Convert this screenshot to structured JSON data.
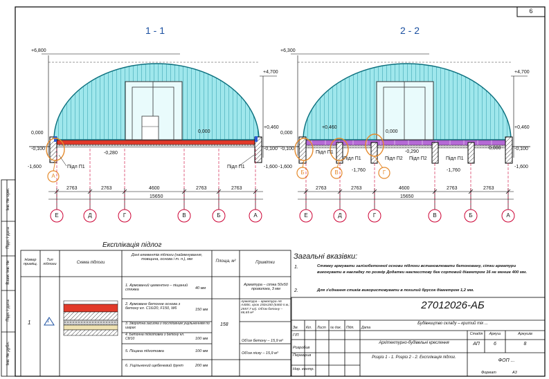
{
  "sheet_number": "6",
  "sections": [
    {
      "title": "1 - 1",
      "top_level": "+6,800",
      "right_level": "+4,700",
      "left_marks": [
        "0,000",
        "-0,100",
        "-1,600"
      ],
      "right_marks": [
        "+0,460",
        "-0,100",
        "-1,600"
      ],
      "inner_marks": [
        "0,000",
        "-0,280"
      ],
      "floor_labels": [
        "Підл П1",
        "Підл П1"
      ],
      "callouts": [
        "А"
      ],
      "dims": [
        "2763",
        "2763",
        "4600",
        "2763",
        "2763"
      ],
      "total_dim": "15650",
      "axes": [
        "Е",
        "Д",
        "Г",
        "В",
        "Б",
        "А"
      ]
    },
    {
      "title": "2 - 2",
      "top_level": "+6,300",
      "right_level": "+4,700",
      "left_marks": [
        "0,000",
        "+0,460",
        "-0,100",
        "-1,600"
      ],
      "right_marks": [
        "+0,460",
        "0,000",
        "-0,100",
        "-1,600"
      ],
      "inner_marks": [
        "0,000",
        "-0,290",
        "-1,760",
        "-1,760"
      ],
      "floor_labels": [
        "Підл П1",
        "Підл П1",
        "Підл П2",
        "Підл П2",
        "Підл П1"
      ],
      "callouts": [
        "Б",
        "В",
        "Г"
      ],
      "dims": [
        "2763",
        "2763",
        "4600",
        "2763",
        "2763"
      ],
      "total_dim": "15650",
      "axes": [
        "Е",
        "Д",
        "Г",
        "В",
        "Б",
        "А"
      ]
    }
  ],
  "floor_table": {
    "title": "Експлікація підлог",
    "headers": [
      "Номер приміщ.",
      "Тип підлоги",
      "Схема підлоги",
      "Дані елементів підлоги (найменування, товщина, основа і т. п.), мм",
      "Площа, м²",
      "Примітки"
    ],
    "room_number": "1",
    "floor_type": "1",
    "layers": [
      {
        "name": "1. Армований цементно – піщаний стяжка",
        "thickness": "40 мм"
      },
      {
        "name": "2. Армоване бетонне основа з бетону кл. С16/20, F150, W6",
        "thickness": "150 мм"
      },
      {
        "name": "3. Зворотна засипка з послідовним ущільненням по шарах",
        "thickness": ""
      },
      {
        "name": "4. Бетонна підготовка з бетону кл. С8/10",
        "thickness": "100 мм"
      },
      {
        "name": "5. Піщана підготовка",
        "thickness": "100 мм"
      },
      {
        "name": "6. Ущільнений щебеневий ґрунт",
        "thickness": "200 мм"
      }
    ],
    "area": "158",
    "notes": [
      "Арматура – сітка 50х50 проволока, 3 мм",
      "Арматура – арматура А6 А400с, крок 150х150 (6460 п.м.; 2557,7 кг). Об'єм бетону – 66,65 м³",
      "Об'єм бетону – 15,9 м³",
      "Об'єм піску – 15,9 м³"
    ]
  },
  "general_notes": {
    "title": "Загальні вказівки:",
    "items": [
      {
        "num": "1.",
        "text": "Стяжку армувати залізобетонної основи підлоги встановлювати бетоновану, сітки арматури виконувати в накладку по розмір Додатки наклеєстову бек сортовий діаметром 16 не менше 400 мм."
      },
      {
        "num": "2.",
        "text": "Для з'єднання стиків використовувати в похилий брусок діаметром 1,2 мм."
      }
    ]
  },
  "title_block": {
    "code": "27012026-АБ",
    "object": "Будівництво складу – критий тік ...",
    "section_name": "Архітектурно-будівельні креслення",
    "sheet_title": "Розріз 1 - 1. Розріз 2 - 2. Експлікація підлог.",
    "stage_head": "Стадія",
    "sheet_head": "Аркуш",
    "sheets_head": "Аркушів",
    "stage": "АП",
    "sheet": "6",
    "sheets": "8",
    "company": "ФОП ...",
    "row_heads": [
      "Зм.",
      "Кіл.",
      "Лист",
      "№ док.",
      "Підп.",
      "Дата"
    ],
    "roles": [
      "ГІП",
      "Розробив",
      "Перевірив",
      "Нор. контр."
    ],
    "format_label": "Формат",
    "format_value": "А3"
  },
  "side_stamp": [
    "Інв. № ориг.",
    "Підп. і дата",
    "Взам. інв. №",
    "Підп. і дата",
    "Інв. № дубл."
  ]
}
